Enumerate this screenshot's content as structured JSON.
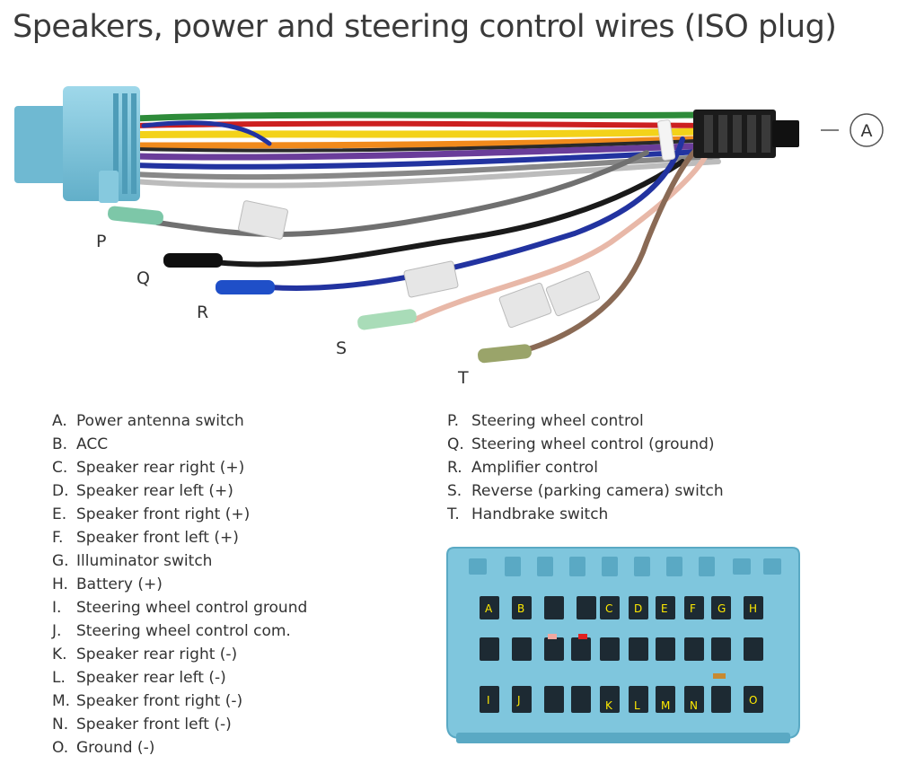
{
  "title": "Speakers, power and steering control wires (ISO plug)",
  "callouts": {
    "A": "A",
    "P": "P",
    "Q": "Q",
    "R": "R",
    "S": "S",
    "T": "T"
  },
  "legend_left": [
    {
      "key": "A.",
      "text": "Power antenna switch"
    },
    {
      "key": "B.",
      "text": "ACC"
    },
    {
      "key": "C.",
      "text": "Speaker rear right (+)"
    },
    {
      "key": "D.",
      "text": "Speaker rear left (+)"
    },
    {
      "key": "E.",
      "text": "Speaker front right (+)"
    },
    {
      "key": "F.",
      "text": "Speaker front left (+)"
    },
    {
      "key": "G.",
      "text": "Illuminator switch"
    },
    {
      "key": "H.",
      "text": "Battery (+)"
    },
    {
      "key": "I.",
      "text": "Steering wheel control ground"
    },
    {
      "key": "J.",
      "text": "Steering wheel control com."
    },
    {
      "key": "K.",
      "text": "Speaker rear right (-)"
    },
    {
      "key": "L.",
      "text": "Speaker rear left (-)"
    },
    {
      "key": "M.",
      "text": "Speaker front right (-)"
    },
    {
      "key": "N.",
      "text": "Speaker front left (-)"
    },
    {
      "key": "O.",
      "text": "Ground (-)"
    }
  ],
  "legend_right": [
    {
      "key": "P.",
      "text": "Steering wheel control"
    },
    {
      "key": "Q.",
      "text": "Steering wheel control (ground)"
    },
    {
      "key": "R.",
      "text": "Amplifier control"
    },
    {
      "key": "S.",
      "text": "Reverse (parking camera) switch"
    },
    {
      "key": "T.",
      "text": "Handbrake switch"
    }
  ],
  "pins": {
    "A": "A",
    "B": "B",
    "C": "C",
    "D": "D",
    "E": "E",
    "F": "F",
    "G": "G",
    "H": "H",
    "I": "I",
    "J": "J",
    "K": "K",
    "L": "L",
    "M": "M",
    "N": "N",
    "O": "O"
  },
  "colors": {
    "connector_blue": "#7fc6dd",
    "connector_dark": "#5aa9c4",
    "pin_label": "#ffea00",
    "wire_blue": "#2233a0",
    "wire_gray": "#707070",
    "wire_black": "#1a1a1a",
    "wire_pink": "#e8b8a8",
    "wire_brown": "#8a6a55",
    "wire_green": "#2e8b3a",
    "wire_yellow": "#f3d21a",
    "wire_orange": "#f08a1c",
    "wire_red": "#cc2020",
    "wire_purple": "#6a3d9a"
  }
}
